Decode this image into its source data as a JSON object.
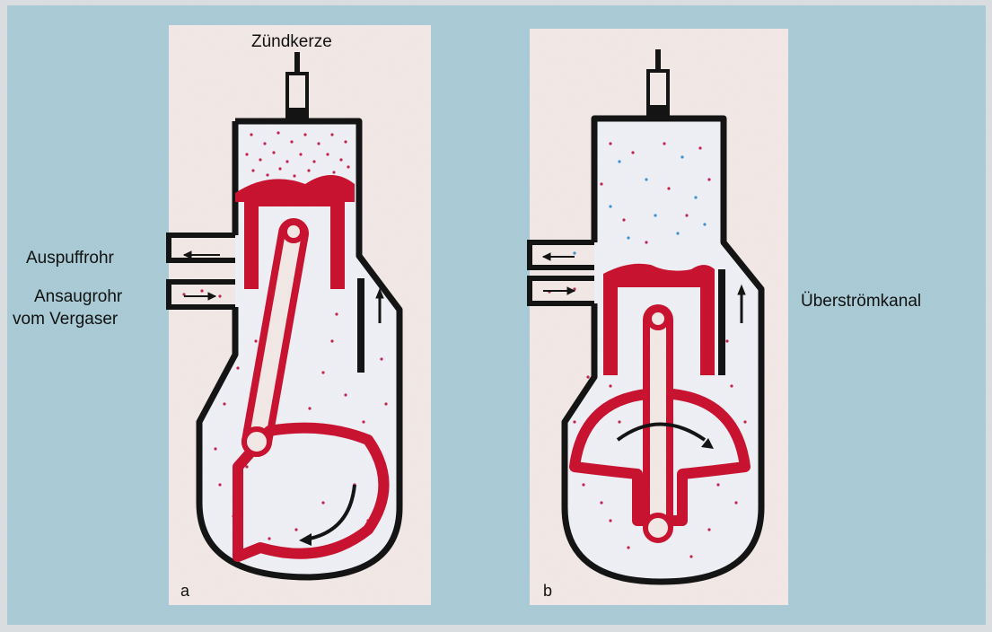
{
  "labels": {
    "spark_plug": "Zündkerze",
    "exhaust_pipe": "Auspuffrohr",
    "intake_line1": "Ansaugrohr",
    "intake_line2": "vom Vergaser",
    "transfer_port": "Überströmkanal",
    "panel_a": "a",
    "panel_b": "b"
  },
  "colors": {
    "page_blue": "#a9cbd6",
    "panel_bg": "#f2e8e6",
    "engine_red": "#c8102e",
    "outline_black": "#111111",
    "mixture_dot_red": "#c2214a",
    "exhaust_dot_blue": "#3d8fcf"
  },
  "icons": [
    "spark-plug-icon",
    "flow-arrow-icon",
    "rotation-arrow-icon"
  ]
}
